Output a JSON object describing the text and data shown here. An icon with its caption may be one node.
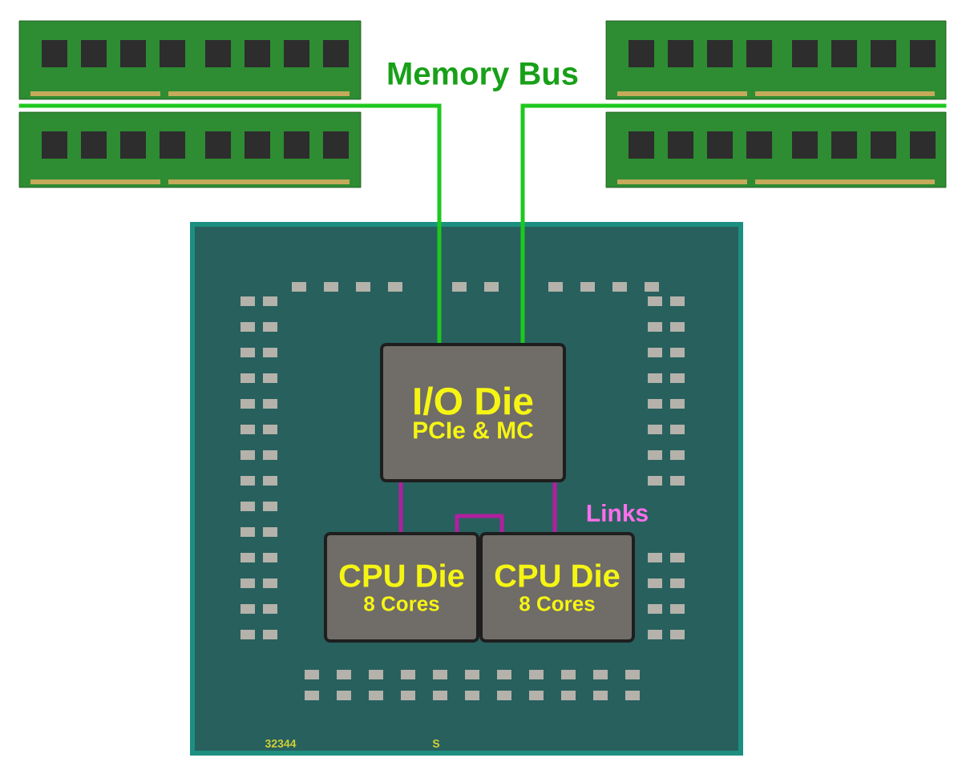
{
  "diagram": {
    "nodes": [
      {
        "text": [],
        "shape": "picture"
      },
      {
        "text": [],
        "shape": "picture"
      },
      {
        "text": [],
        "shape": "picture"
      },
      {
        "text": [],
        "shape": "picture"
      },
      {
        "text": [
          "32344",
          "S"
        ]
      },
      {
        "text": [
          "I/O Die",
          "PCIe & MC"
        ],
        "in": 4
      },
      {
        "text": [
          "CPU Die",
          "8 Cores"
        ],
        "in": 4
      },
      {
        "text": [
          "CPU Die",
          "8 Cores"
        ],
        "in": 4
      }
    ],
    "edges": [
      {
        "from": 0,
        "to": 5,
        "arrow": "none",
        "color": "#1ec81e"
      },
      {
        "from": 1,
        "to": 5,
        "arrow": "none",
        "color": "#1ec81e"
      },
      {
        "from": 2,
        "to": 5,
        "arrow": "none",
        "color": "#1ec81e"
      },
      {
        "from": 3,
        "to": 5,
        "arrow": "none",
        "color": "#1ec81e"
      },
      {
        "from": 5,
        "to": 6,
        "arrow": "none",
        "color": "#b0209f"
      },
      {
        "from": 5,
        "to": 7,
        "arrow": "none",
        "color": "#b0209f"
      },
      {
        "from": 6,
        "to": 7,
        "arrow": "none",
        "color": "#b0209f"
      }
    ],
    "labels": [
      "Memory Bus",
      "Links"
    ]
  }
}
